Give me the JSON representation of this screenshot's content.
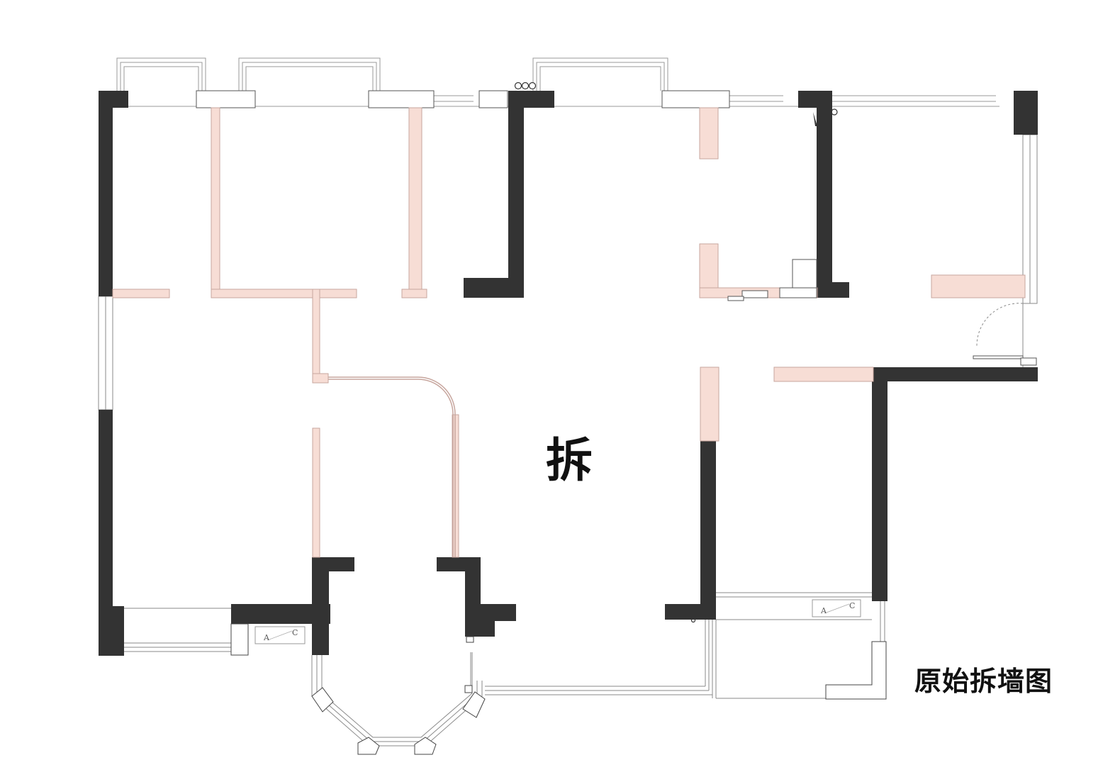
{
  "plan": {
    "center_label": "拆",
    "title": "原始拆墙图",
    "ac_units": [
      {
        "left": "A",
        "right": "C"
      },
      {
        "left": "A",
        "right": "C"
      }
    ]
  },
  "colors": {
    "bearing_wall": "#333333",
    "demolish_wall": "#f7ddd5",
    "demolish_edge": "#c7a69e",
    "line": "#8a8a8a",
    "background": "#ffffff"
  }
}
